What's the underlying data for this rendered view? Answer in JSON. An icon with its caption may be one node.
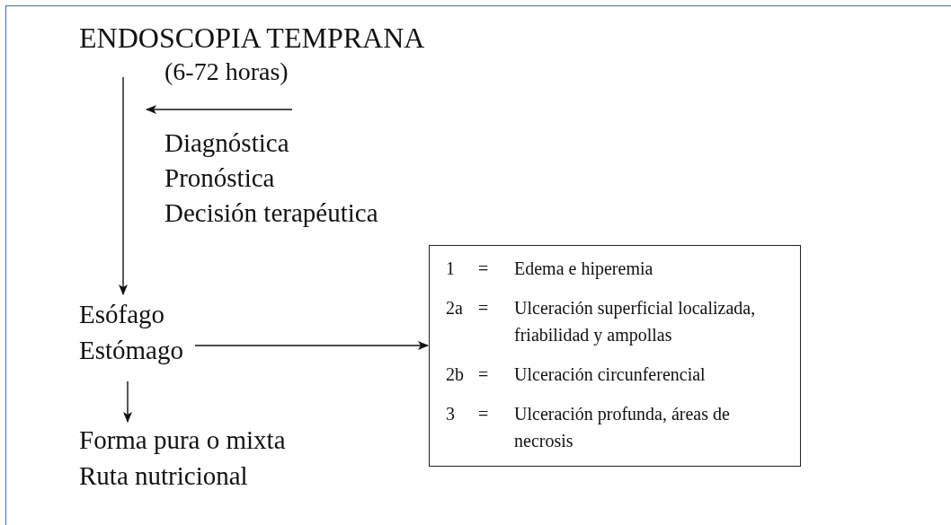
{
  "diagram": {
    "nodes": [
      {
        "text": [
          "ENDOSCOPIA TEMPRANA",
          "(6-72 horas)"
        ]
      },
      {
        "text": [
          "Diagnóstica",
          "Pronóstica",
          "Decisión terapéutica"
        ]
      },
      {
        "text": [
          "Esófago",
          "Estómago"
        ]
      },
      {
        "text": [
          "Forma pura o mixta",
          "Ruta nutricional"
        ]
      },
      {
        "text": [
          "1",
          "=",
          "Edema e hiperemia",
          "2a",
          "=",
          "Ulceración superficial localizada, friabilidad y ampollas",
          "2b",
          "=",
          "Ulceración circunferencial",
          "3",
          "=",
          "Ulceración profunda, áreas de necrosis"
        ]
      }
    ],
    "edges": [
      {
        "from": 0,
        "to": 2,
        "arrow": "to"
      },
      {
        "from": null,
        "to": 1,
        "arrow": "to"
      },
      {
        "from": 2,
        "to": 4,
        "arrow": "to"
      },
      {
        "from": 2,
        "to": 3,
        "arrow": "to"
      }
    ]
  }
}
